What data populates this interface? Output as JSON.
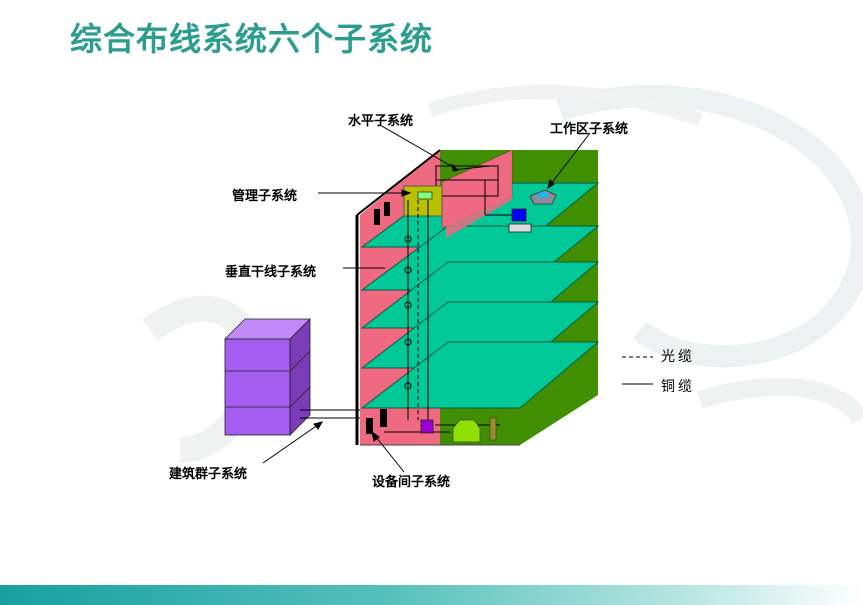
{
  "title": "综合布线系统六个子系统",
  "labels": {
    "horizontal": "水平子系统",
    "work_area": "工作区子系统",
    "admin": "管理子系统",
    "backbone": "垂直干线子系统",
    "campus": "建筑群子系统",
    "equipment": "设备间子系统"
  },
  "legend": {
    "fiber": "光缆",
    "copper": "铜缆"
  },
  "colors": {
    "title": "#2a9d8f",
    "floor": "#00c896",
    "back_wall": "#3f8f00",
    "side_wall": "#ef6a80",
    "campus_building": "#a55cf0",
    "bottom_bar": "#17a0a0"
  }
}
